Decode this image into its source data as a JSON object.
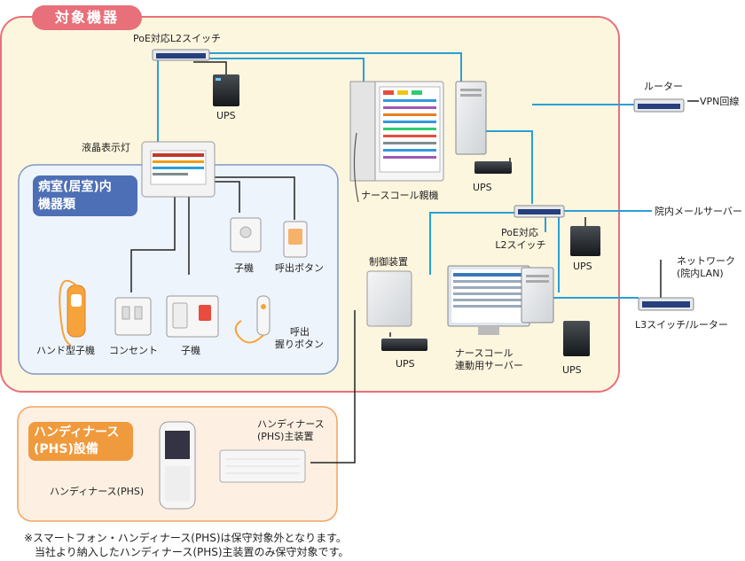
{
  "colors": {
    "main_border": "#e8707a",
    "main_fill": "#fdf6df",
    "room_border": "#7e97c9",
    "room_fill": "#eef4fb",
    "phs_border": "#f0a461",
    "phs_fill": "#fdf0e2",
    "line_blue": "#2a9fd6",
    "line_black": "#222222"
  },
  "title": "対象機器",
  "room_group": {
    "line1": "病室(居室)内",
    "line2": "機器類"
  },
  "phs_group": {
    "line1": "ハンディナース",
    "line2": "(PHS)設備"
  },
  "labels": {
    "poe_switch_top": "PoE対応L2スイッチ",
    "ups_top": "UPS",
    "lcd_light": "液晶表示灯",
    "nurse_call_master": "ナースコール親機",
    "ups_master": "UPS",
    "poe_switch_mid_1": "PoE対応",
    "poe_switch_mid_2": "L2スイッチ",
    "ups_mid": "UPS",
    "router": "ルーター",
    "vpn_line": "VPN回線",
    "mail_server": "院内メールサーバー",
    "network_1": "ネットワーク",
    "network_2": "(院内LAN)",
    "l3_switch": "L3スイッチ/ルーター",
    "controller": "制御装置",
    "ups_controller": "UPS",
    "server_1": "ナースコール",
    "server_2": "連動用サーバー",
    "ups_server": "UPS",
    "slave_unit_1": "子機",
    "call_button": "呼出ボタン",
    "handset": "ハンド型子機",
    "outlet": "コンセント",
    "slave_unit_2": "子機",
    "call_grip_1": "呼出",
    "call_grip_2": "握りボタン",
    "phs_main_1": "ハンディナース",
    "phs_main_2": "(PHS)主装置",
    "phs_handset": "ハンディナース(PHS)"
  },
  "notes": {
    "line1": "※スマートフォン・ハンディナース(PHS)は保守対象外となります。",
    "line2": "当社より納入したハンディナース(PHS)主装置のみ保守対象です。"
  }
}
